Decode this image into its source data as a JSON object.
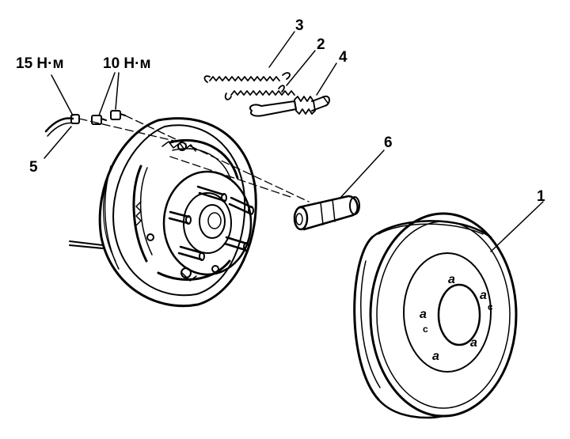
{
  "labels": {
    "part_1": "1",
    "part_2": "2",
    "part_3": "3",
    "part_4": "4",
    "part_5": "5",
    "part_6": "6"
  },
  "torques": {
    "brake_line_nut": "15 Н·м",
    "wheel_cylinder_bolts": "10 Н·м"
  },
  "drum_markings": {
    "stud_hole_letter": "a",
    "small_hole_letter": "c"
  },
  "colors": {
    "ink": "#000000",
    "paper": "#ffffff"
  }
}
